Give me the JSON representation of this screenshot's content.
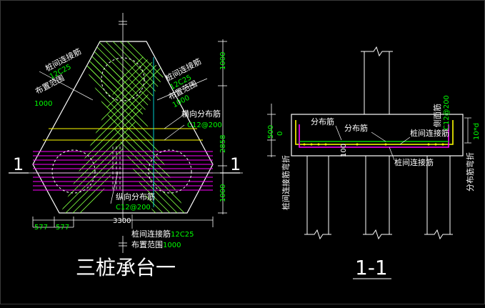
{
  "plan": {
    "title": "三桩承台一",
    "section_mark": "1",
    "labels": {
      "tie_bar_left_1": "桩间连接筋",
      "tie_bar_left_2": "12C25",
      "range_left_1": "布置范围",
      "range_left_2": "1000",
      "tie_bar_right_1": "桩间连接筋",
      "tie_bar_right_2": "12C25",
      "range_right_1": "布置范围",
      "range_right_2": "1000",
      "horiz_dist_1": "横向分布筋",
      "horiz_dist_2": "C12@200",
      "vert_dist_1": "纵向分布筋",
      "vert_dist_2": "C12@200",
      "tie_bar_bottom_1": "桩间连接筋",
      "tie_bar_bottom_2": "12C25",
      "range_bottom_1": "布置范围",
      "range_bottom_2": "1000"
    },
    "dims": {
      "right_top": "1000",
      "right_mid": "2858",
      "right_bot": "1000",
      "bottom_total": "3300",
      "bottom_left_1": "577",
      "bottom_left_2": "577"
    }
  },
  "section": {
    "title": "1-1",
    "labels": {
      "dist_1": "分布筋",
      "dist_2": "分布筋",
      "tie_bar": "桩间连接筋",
      "tie_bar_bottom": "桩间连接筋",
      "tie_bar_bend": "桩间连接筋弯折",
      "side_face": "侧面筋",
      "side_spec": "C12@200",
      "dist_bend": "分布筋弯折",
      "dist_bend_len": "10*d"
    },
    "dims": {
      "d500": "500",
      "d0": "0",
      "d100": "100"
    }
  },
  "colors": {
    "white": "#ffffff",
    "green": "#00ff00",
    "yellow": "#ffff00",
    "magenta": "#ff00ff",
    "cyan": "#00ffff",
    "hatch": "#7fff3f"
  }
}
